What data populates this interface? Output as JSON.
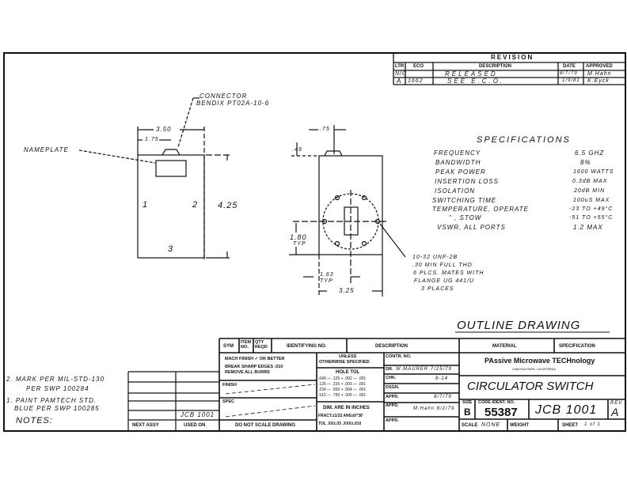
{
  "revision": {
    "title": "REVISION",
    "headers": [
      "LTR",
      "ECO",
      "DESCRIPTION",
      "DATE",
      "APPROVED"
    ],
    "rows": [
      {
        "ltr": "N/C",
        "eco": "",
        "description": "RELEASED",
        "date": "8/7/79",
        "approved": "M.Hahn"
      },
      {
        "ltr": "A",
        "eco": "1662",
        "description": "SEE E.C.O.",
        "date": "1/9/81",
        "approved": "K.Eyck"
      }
    ]
  },
  "specifications": {
    "title": "SPECIFICATIONS",
    "items": [
      {
        "label": "FREQUENCY",
        "value": "6.5 GHZ"
      },
      {
        "label": "BANDWIDTH",
        "value": "8%"
      },
      {
        "label": "PEAK POWER",
        "value": "1600 WATTS"
      },
      {
        "label": "INSERTION LOSS",
        "value": "0.3dB MAX"
      },
      {
        "label": "ISOLATION",
        "value": "20dB MIN"
      },
      {
        "label": "SWITCHING TIME",
        "value": "100uS MAX"
      },
      {
        "label": "TEMPERATURE, OPERATE",
        "value": "-23 TO +49°C"
      },
      {
        "label": "\"  , STOW",
        "value": "-51 TO +55°C"
      },
      {
        "label": "VSWR, ALL PORTS",
        "value": "1.2 MAX"
      }
    ]
  },
  "views": {
    "connector_label": "CONNECTOR",
    "connector_part": "BENDIX PT02A-10-6",
    "nameplate_label": "NAMEPLATE",
    "dim_width": "3.50",
    "dim_half": "1.75",
    "dim_height": "4.25",
    "port1": "1",
    "port2": "2",
    "port3": "3",
    "dim_conn_offset": ".75",
    "dim_conn_height": ".49",
    "dim_180": "1.80",
    "dim_180_typ": "TYP",
    "dim_163": "1.63",
    "dim_163_typ": "TYP",
    "dim_325": "3.25",
    "hole_note": [
      "10-32 UNF-2B",
      ".30 MIN FULL THD",
      "6 PLCS. MATES WITH",
      "FLANGE UG 441/U",
      "3 PLACES"
    ]
  },
  "drawing_title": "OUTLINE DRAWING",
  "notes": {
    "items": [
      "2. MARK PER MIL-STD-130",
      "PER SWP 100284",
      "1. PAINT PAMTECH STD.",
      "BLUE PER SWP 100285"
    ],
    "heading": "NOTES:"
  },
  "application": {
    "used_on_value": "JCB 1001",
    "next_assy": "NEXT ASSY",
    "used_on": "USED ON"
  },
  "title_block": {
    "parts_headers": [
      "SYM",
      "ITEM NO.",
      "QTY REQD",
      "IDENTIFYING NO.",
      "DESCRIPTION",
      "MATERIAL",
      "SPECIFICATION"
    ],
    "finish_note": [
      "MACH FINISH  ✓ OR BETTER",
      "BREAK SHARP EDGES .010",
      "REMOVE ALL BURRS"
    ],
    "finish": "FINISH",
    "spec": "SPEC",
    "do_not_scale": "DO NOT SCALE DRAWING",
    "unless": "UNLESS",
    "otherwise": "OTHERWISE SPECIFIED",
    "hole_tol": "HOLE TOL",
    "hole_tol_rows": [
      ".040 — .125 + .002 — .001",
      ".126 — .226 + .003 — .001",
      ".234 — .500 + .004 — .001",
      ".515 — .750 + .005 — .001"
    ],
    "dims_in_inches": "DIM. ARE IN INCHES",
    "fract": "FRACT.±1/32 ANG±0°30'",
    "tol": "TOL .XX±.03  .XXX±.010",
    "contr_no": "CONTR. NO.",
    "dr": "DR.",
    "dr_value": "W.MAURER 7/25/79",
    "chk": "CHK.",
    "chk_value": "8-14",
    "dsgn": "DSGN.",
    "appd1": "APPD.",
    "appd1_value": "8/7/79",
    "appd2": "APPD.",
    "appd2_value": "M.Hahn 8/2/79",
    "appd3": "APPD.",
    "company_logo": "PAssive Microwave TECHnology",
    "company_location": "CANOGA PARK, CALIFORNIA",
    "drawing_name": "CIRCULATOR SWITCH",
    "size_label": "SIZE",
    "size": "B",
    "code_ident_label": "CODE IDENT. NO.",
    "code_ident": "55387",
    "drawing_number": "JCB 1001",
    "rev_label": "REV",
    "rev": "A",
    "scale_label": "SCALE",
    "scale": "NONE",
    "weight_label": "WEIGHT",
    "sheet_label": "SHEET",
    "sheet": "1 of 1"
  }
}
